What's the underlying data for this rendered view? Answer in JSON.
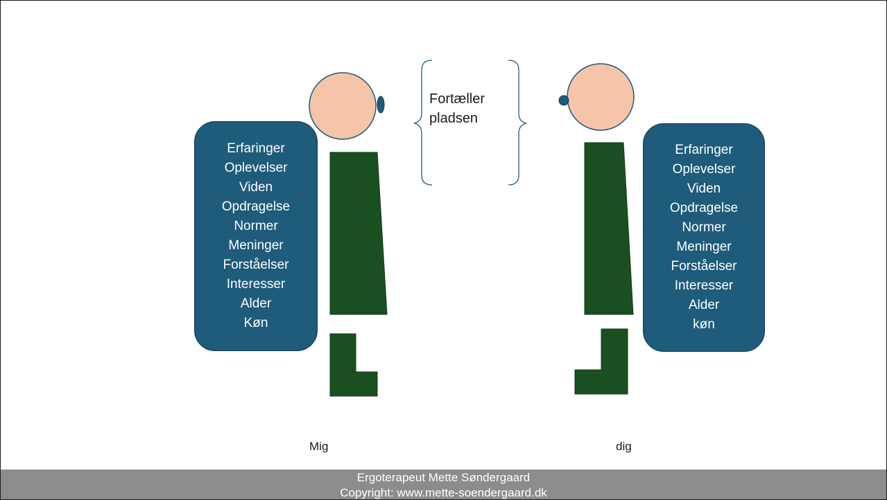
{
  "colors": {
    "skin": "#f6c4a8",
    "body_green": "#1a4f22",
    "box_blue": "#1f5b7a",
    "accent_blue": "#1f5b7a",
    "footer_gray": "#8c8c8c"
  },
  "speech_bubble": {
    "lines": [
      "Fortæller",
      "pladsen"
    ]
  },
  "left_person": {
    "traits": [
      "Erfaringer",
      "Oplevelser",
      "Viden",
      "Opdragelse",
      "Normer",
      "Meninger",
      "Forståelser",
      "Interesser",
      "Alder",
      "Køn"
    ],
    "caption": "Mig"
  },
  "right_person": {
    "traits": [
      "Erfaringer",
      "Oplevelser",
      "Viden",
      "Opdragelse",
      "Normer",
      "Meninger",
      "Forståelser",
      "Interesser",
      "Alder",
      "køn"
    ],
    "caption": "dig"
  },
  "footer": {
    "line1": "Ergoterapeut Mette Søndergaard",
    "line2": "Copyright:  www.mette-soendergaard.dk"
  }
}
